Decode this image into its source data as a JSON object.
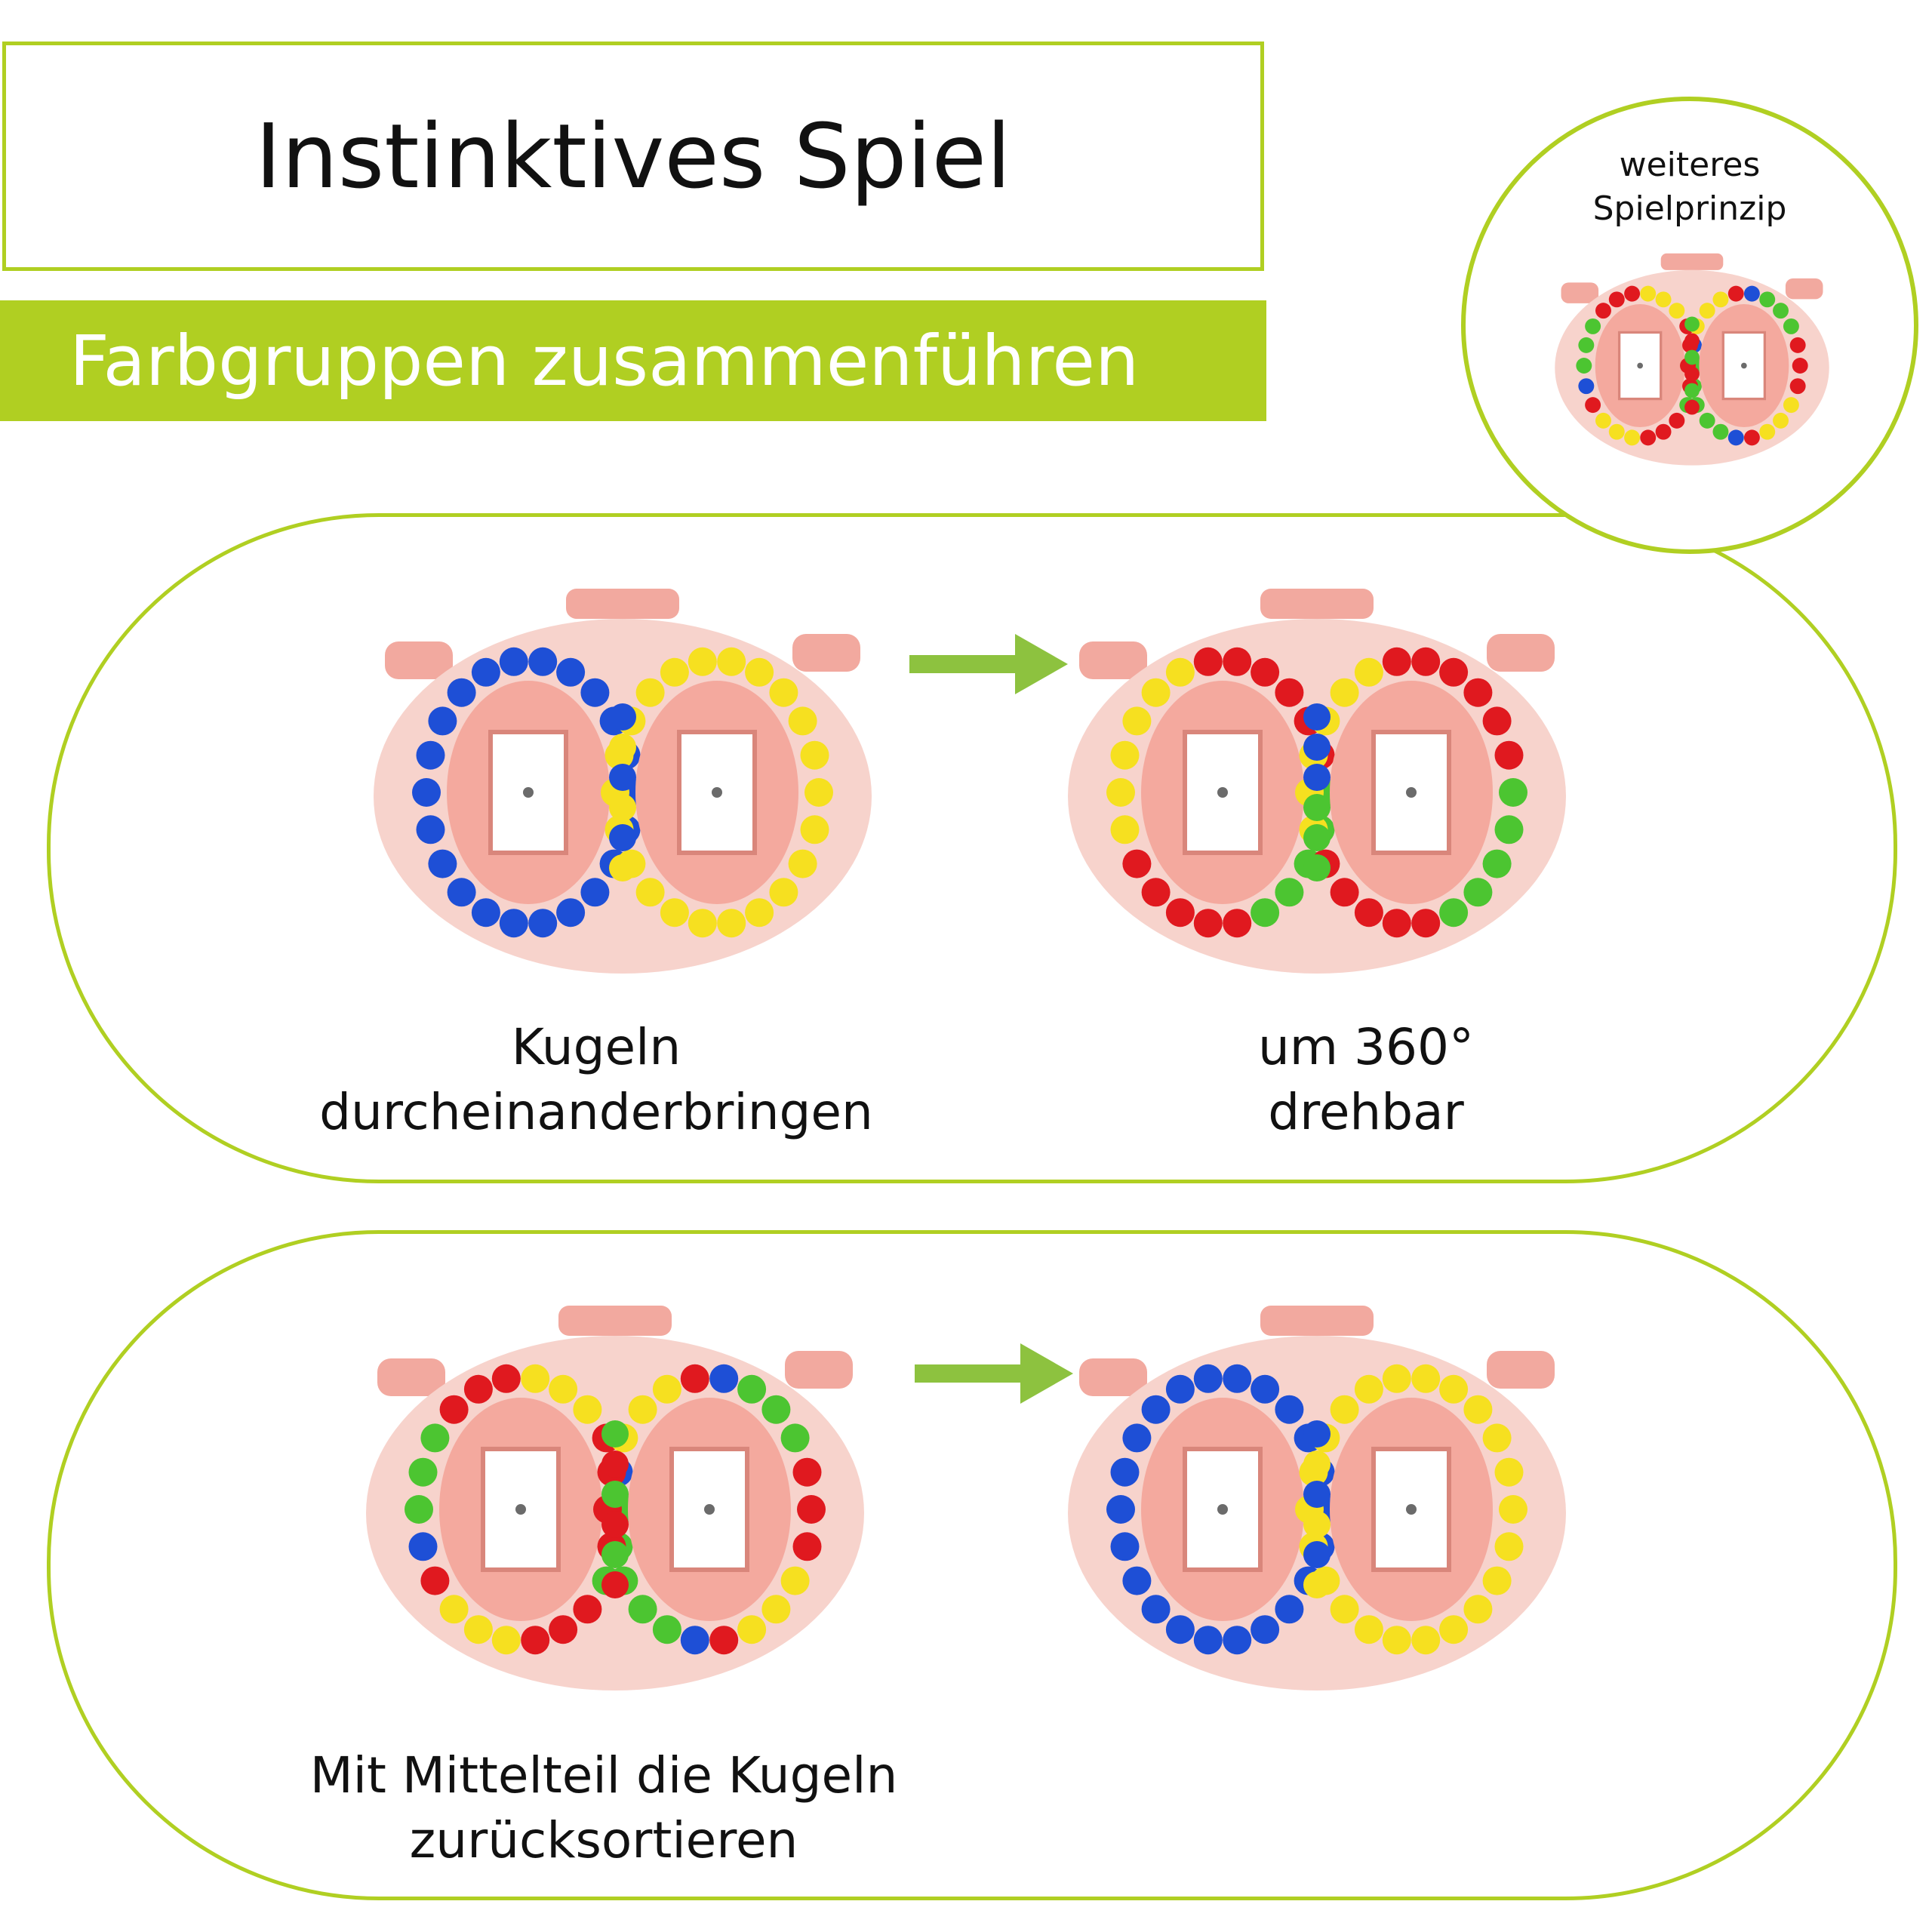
{
  "header": {
    "title": "Instinktives Spiel",
    "subtitle": "Farbgruppen zusammenführen"
  },
  "inset": {
    "label_line1": "weiteres",
    "label_line2": "Spielprinzip"
  },
  "steps": [
    {
      "caption_line1": "Kugeln",
      "caption_line2": "durcheinanderbringen"
    },
    {
      "caption_line1": "um 360°",
      "caption_line2": "drehbar"
    },
    {
      "caption_line1": "Mit Mittelteil die Kugeln",
      "caption_line2": "zurücksortieren"
    }
  ],
  "colors": {
    "accent": "#b0cf22",
    "toy_body": "#f7d3cc",
    "toy_inner": "#f4a99e",
    "ball_blue": "#1e4fd6",
    "ball_yellow": "#f6e020",
    "ball_red": "#e0191f",
    "ball_green": "#4cc531"
  }
}
